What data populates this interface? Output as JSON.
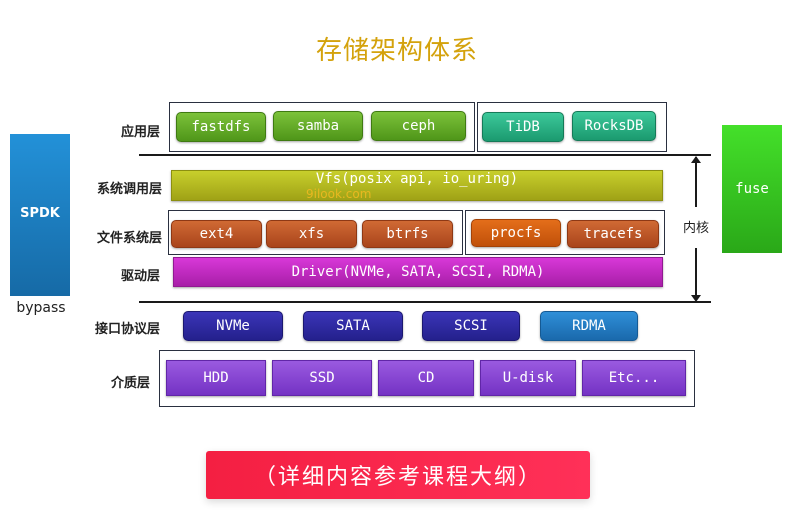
{
  "title": "存储架构体系",
  "side": {
    "left_box": "SPDK",
    "left_caption": "bypass",
    "right_box": "fuse",
    "kernel_label": "内核"
  },
  "layers": {
    "application": {
      "label": "应用层",
      "group1": [
        "fastdfs",
        "samba",
        "ceph"
      ],
      "group2": [
        "TiDB",
        "RocksDB"
      ]
    },
    "syscall": {
      "label": "系统调用层",
      "bar": "Vfs(posix api, io_uring)"
    },
    "filesystem": {
      "label": "文件系统层",
      "group1": [
        "ext4",
        "xfs",
        "btrfs"
      ],
      "group2": [
        "procfs",
        "tracefs"
      ]
    },
    "driver": {
      "label": "驱动层",
      "bar": "Driver(NVMe, SATA, SCSI, RDMA)"
    },
    "interface": {
      "label": "接口协议层",
      "items": [
        "NVMe",
        "SATA",
        "SCSI",
        "RDMA"
      ]
    },
    "media": {
      "label": "介质层",
      "items": [
        "HDD",
        "SSD",
        "CD",
        "U-disk",
        "Etc..."
      ]
    }
  },
  "watermark": "9ilook.com",
  "cta": "（详细内容参考课程大纲）",
  "colors": {
    "title": "#d4a20c",
    "spdk": "#1a7cc4",
    "fuse": "#36c820",
    "cta": "#f72848"
  }
}
